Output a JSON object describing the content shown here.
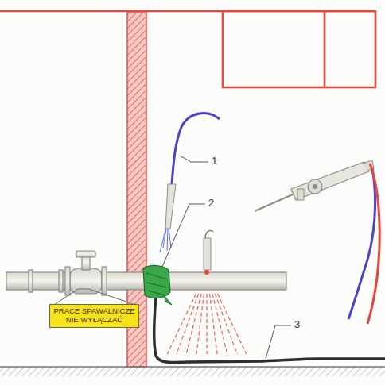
{
  "diagram": {
    "nodes": [
      {
        "text": [
          "PRACE SPAWALNICZE NIE WYŁĄCZAĆ"
        ]
      }
    ],
    "labels": [
      "1",
      "2",
      "3"
    ]
  }
}
